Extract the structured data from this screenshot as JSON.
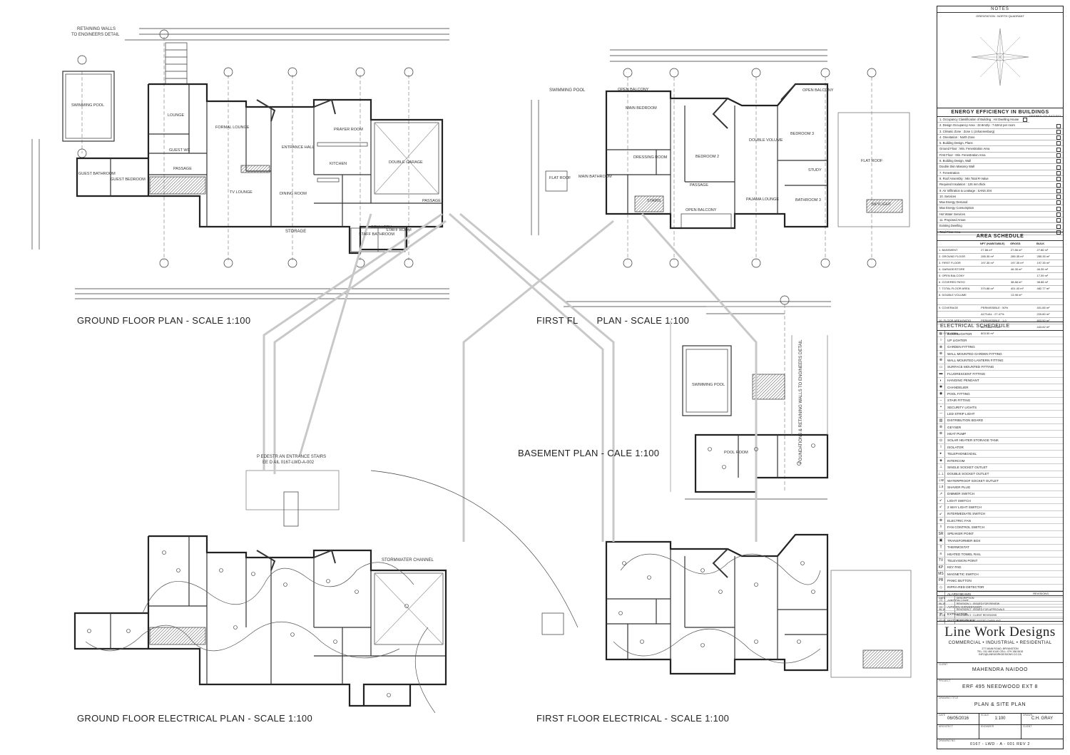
{
  "titles": {
    "ground_floor": "GROUND FLOOR PLAN - SCALE 1:100",
    "first_floor": "FIRST FL",
    "first_floor_tail": "PLAN - SCALE 1:100",
    "basement": "BASEMENT PLAN - ",
    "basement_tail": "CALE 1:100",
    "ground_electrical": "GROUND FLOOR ELECTRICAL PLAN - SCALE 1:100",
    "first_electrical": "FIRST FLOOR ELECTRICAL - SCALE 1:100"
  },
  "notes": {
    "retaining_walls": "RETAINING WALLS",
    "retaining_walls_2": "TO ENGINEERS DETAIL",
    "pedestrian": "P EDESTR AN ENTRANCE STAIRS",
    "pedestrian_2": "EE D AIL 0167-LWD-A-002",
    "foundations": "FOUNDATIONS & RETAINING WALLS TO ENGINEERS DETAIL",
    "stormwater": "STORMWATER CHANNEL",
    "swimming_pool_ff": "SWIMMING POOL",
    "storage": "STORAGE"
  },
  "rooms_ground": [
    "SWIMMING POOL",
    "LOUNGE",
    "FORMAL LOUNGE",
    "ENTRANCE HALL",
    "PRAYER ROOM",
    "DOUBLE GARAGE",
    "KITCHEN",
    "PASSAGE",
    "GUEST BATHROOM",
    "GUEST BEDROOM",
    "TV LOUNGE",
    "DINING ROOM",
    "SCULLERY",
    "PASSAGE",
    "STAFF ROOM",
    "STAFF BATHROOM",
    "GUEST WC"
  ],
  "rooms_first": [
    "OPEN BALCONY",
    "MAIN BEDROOM",
    "DRESSING ROOM",
    "BEDROOM 2",
    "DOUBLE VOLUME",
    "BEDROOM 3",
    "STUDY",
    "PASSAGE",
    "PAJAMA LOUNGE",
    "BATHROOM 3",
    "OPEN BALCONY",
    "MAIN BATHROOM",
    "FLAT ROOF",
    "FLAT ROOF",
    "SKYLIGHT",
    "OPEN BALCONY",
    "STAIRS"
  ],
  "rooms_basement": [
    "SWIMMING POOL",
    "POOL ROOM"
  ],
  "panel": {
    "notes_head": "NOTES",
    "orientation": "ORIENTATION : NORTH QUADRANT",
    "energy_title": "ENERGY EFFICIENCY IN BUILDINGS",
    "energy_col": "DEEMED-TO-SATISFY",
    "energy_rows": [
      "1. Occupancy Classification of Building : H4 Dwelling House",
      "2. Design Occupancy Area : 32.6m2/p : 7.62m2 per room",
      "3. Climatic Zone : Zone 1 (Johannesburg)",
      "4. Orientation : North Zone",
      "5. Building Design, Plans",
      "Ground Floor : Min. Fenestration Area",
      "First Floor : Min. Fenestration Area",
      "6. Building Design, Wall",
      "Double Skin Masonry Wall",
      "7. Fenestration",
      "8. Roof Assembly : Min Total R-Value",
      "Required Insulation : 125 mm thick",
      "9. Air Infiltration & Leakage : SANS 204",
      "10. Services",
      "Max Energy Demand",
      "Max Energy Consumption",
      "Hot Water Services",
      "11. Proposed Areas",
      "Existing Dwelling",
      "Total Floor Area"
    ],
    "area_title": "AREA SCHEDULE",
    "area_head": [
      "",
      "NPT (HABITABLE)",
      "GROSS",
      "BULK"
    ],
    "area_rows": [
      [
        "1. BASEMENT",
        "27.86 m²",
        "27.86 m²",
        "27.86 m²"
      ],
      [
        "2. GROUND FLOOR",
        "285.35 m²",
        "285.35 m²",
        "285.35 m²"
      ],
      [
        "3. FIRST FLOOR",
        "197.35 m²",
        "197.35 m²",
        "197.35 m²"
      ],
      [
        "4. GARAGE/STORE",
        "",
        "46.35 m²",
        "46.35 m²"
      ],
      [
        "5. OPEN BALCONY",
        "",
        "",
        "17.39 m²"
      ],
      [
        "6. COVERED PATIO",
        "",
        "38.88 m²",
        "38.88 m²"
      ],
      [
        "7. TOTAL FLOOR AREA",
        "370.88 m²",
        "401.43 m²",
        "482.77 m²"
      ],
      [
        "8. DOUBLE VOLUME",
        "",
        "13.98 m²",
        ""
      ],
      [
        "",
        "",
        "",
        "",
        "",
        ""
      ],
      [
        "9. COVERAGE",
        "PERMISSIBLE : 50%",
        "",
        "401.85 m²"
      ],
      [
        "",
        "ACTUAL : 27.47%",
        "",
        "220.80 m²"
      ],
      [
        "10. FLOOR AREA RATIO",
        "PERMISSIBLE : 1.0",
        "",
        "803.50 m²"
      ],
      [
        "",
        "ACTUAL : 0.49",
        "",
        "443.82 m²"
      ],
      [
        "11. SITE AREA",
        "803.50 m²",
        "",
        ""
      ]
    ],
    "elec_title": "ELECTRICAL SCHEDEULE",
    "elec_rows": [
      "DOWNLIGHTER",
      "UP LIGHTER",
      "GARDEN FITTING",
      "WALL MOUNTED GARDEN FITTING",
      "WALL MOUNTED LANTERN FITTING",
      "SURFACE MOUNTED FITTING",
      "FLUORESCENT FITTING",
      "HANGING PENDANT",
      "CHANDELIER",
      "POOL FITTING",
      "STAIR FITTING",
      "SECURITY LIGHTS",
      "LED STRIP LIGHT",
      "DISTRIBUTION BOARD",
      "GEYSER",
      "HEAT PUMP",
      "SOLAR HEATER STORAGE TANK",
      "ISOLATOR",
      "TELEPHONE/ADSL",
      "INTERCOM",
      "SINGLE SOCKET OUTLET",
      "DOUBLE SOCKET OUTLET",
      "WATERPROOF SOCKET OUTLET",
      "SHAVER PLUG",
      "DIMMER SWITCH",
      "LIGHT SWITCH",
      "2 WAY LIGHT SWITCH",
      "INTERMEDIATE SWITCH",
      "ELECTRIC FAN",
      "FAN CONTROL SWITCH",
      "SPEAKER POINT",
      "TRANSFORMER BOX",
      "THERMOSTAT",
      "HEATED TOWEL RAIL",
      "TELEVISION POINT",
      "KEY PAD",
      "MAGNETIC SWITCH",
      "PANIC BUTTON",
      "INFRA-RED DETECTOR",
      "ALARM BEAMS",
      "AIRCON UNIT",
      "AIRCON CONDENSER",
      "EXTRACTOR",
      "WATER FEATURE"
    ],
    "elec_syms": [
      "◎",
      "○",
      "⊗",
      "⊕",
      "⊕",
      "▭",
      "▬",
      "◐",
      "✱",
      "◉",
      "−",
      "◓",
      "─",
      "▥",
      "⊚",
      "⊛",
      "⊙",
      "Ⅰ",
      "▸",
      "◈",
      "⊥",
      "⊥⊥",
      "⊥w",
      "⊥s",
      "↗",
      "↙",
      "↙",
      "↙",
      "⊗",
      "◊",
      "SR",
      "▣",
      "T",
      "≡",
      "TV",
      "KP",
      "MS",
      "PB",
      "◇",
      "⌒",
      "▭",
      "▭",
      "⊗",
      "◌"
    ],
    "revisions_title": "REVISIONS",
    "revisions": [
      [
        "DATE",
        "DESCRIPTION"
      ],
      [
        "06-10",
        "REVISION 1 : ISSUED FOR REVIEW"
      ],
      [
        "06-11",
        "REVISION 2 : ISSUED FOR APPROVALS"
      ],
      [
        "11-16",
        "REVISION 3 : CLIENT REVISIONS"
      ],
      [
        "03-05",
        "REVISION 4 : ADJUSTED OVERLAYS"
      ]
    ],
    "company": "Line Work Designs",
    "company_sub": "COMMERCIAL • INDUSTRIAL • RESIDENTIAL",
    "address": "277 MAIN ROAD, BRYANSTON",
    "contact": "TEL: 011 460 6140   CELL: 079 158 0615",
    "email": "INFO@LINEWORKDESIGNS.CO.ZA",
    "client_lbl": "CLIENT",
    "client": "MAHENDRA NAIDOO",
    "project_lbl": "PROJECT",
    "project": "ERF 495 NEEDWOOD EXT 8",
    "drawing_title_lbl": "DRAWING TITLE",
    "drawing_title": "PLAN & SITE PLAN",
    "date_lbl": "DATE",
    "date": "06/05/2016",
    "scale_lbl": "SCALE",
    "scale": "1:100",
    "drawn_lbl": "DRAWN",
    "drawn": "C.H. GRAY",
    "architect_lbl": "ARCHITECT",
    "engineer_lbl": "ENGINEER",
    "client2_lbl": "CLIENT",
    "drawing_no_lbl": "DRAWING NO.",
    "drawing_no": "0167 - LWD - A - 001 REV 2"
  }
}
